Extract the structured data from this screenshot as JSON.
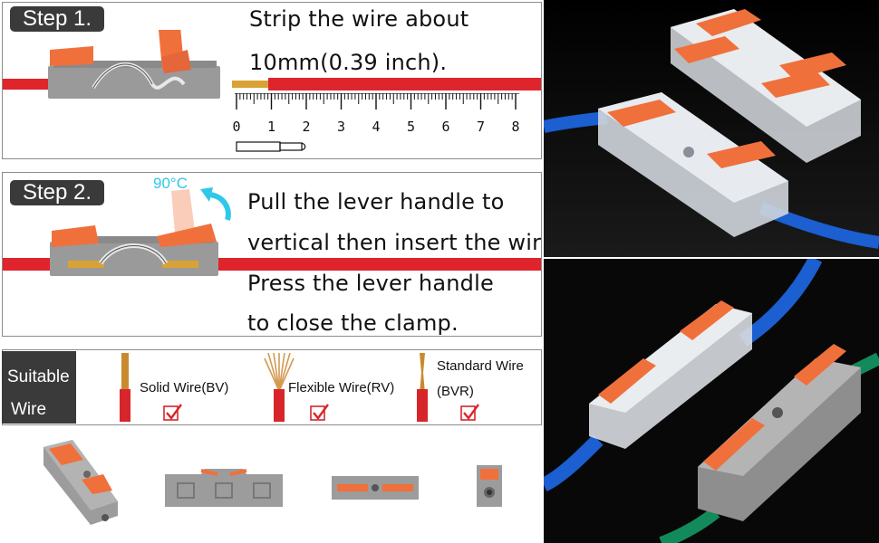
{
  "step1": {
    "badge": "Step 1.",
    "line1": "Strip the wire about",
    "line2": "10mm(0.39 inch).",
    "ruler_numbers": [
      "0",
      "1",
      "2",
      "3",
      "4",
      "5",
      "6",
      "7",
      "8"
    ]
  },
  "step2": {
    "badge": "Step 2.",
    "angle": "90°C",
    "line1": "Pull the lever handle to",
    "line2": "vertical then insert the wire.",
    "line3": "Press the lever handle",
    "line4": "to close the clamp."
  },
  "suitable": {
    "line1": "Suitable",
    "line2": "Wire",
    "wires": [
      {
        "label": "Solid Wire(BV)"
      },
      {
        "label": "Flexible Wire(RV)"
      },
      {
        "label_line1": "Standard Wire",
        "label_line2": "(BVR)"
      }
    ]
  },
  "colors": {
    "lever_orange": "#f0703c",
    "housing_gray": "#9a9a9a",
    "wire_red": "#e0242c",
    "badge_dark": "#3a3a3a",
    "angle_cyan": "#2ec8e8",
    "wire_blue": "#1b5fd0",
    "wire_green": "#138a5c"
  },
  "icons": [
    "check-mark-icon",
    "rotate-arrow-icon"
  ]
}
